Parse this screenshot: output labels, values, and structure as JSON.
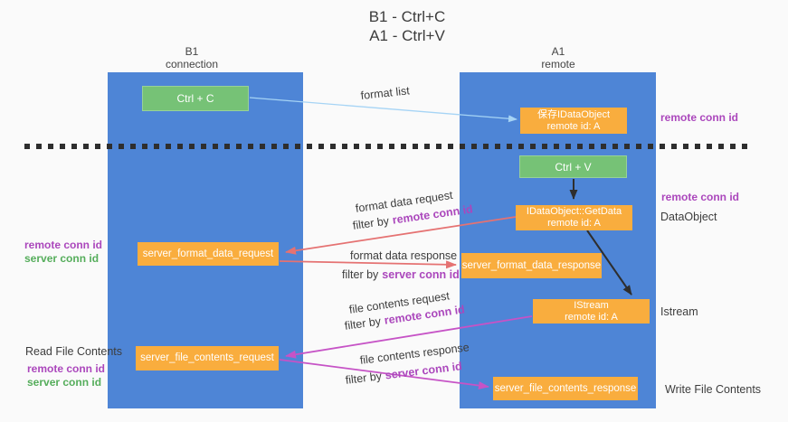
{
  "title": {
    "line1": "B1 - Ctrl+C",
    "line2": "A1 - Ctrl+V"
  },
  "columns": {
    "left": {
      "header_line1": "B1",
      "header_line2": "connection"
    },
    "right": {
      "header_line1": "A1",
      "header_line2": "remote"
    }
  },
  "boxes": {
    "ctrl_c": "Ctrl + C",
    "ctrl_v": "Ctrl + V",
    "save_idataobject": {
      "line1": "保存IDataObject",
      "line2": "remote id: A"
    },
    "getdata": {
      "line1": "IDataObject::GetData",
      "line2": "remote id: A"
    },
    "istream": {
      "line1": "IStream",
      "line2": "remote id: A"
    },
    "format_request": "server_format_data_request",
    "format_response": "server_format_data_response",
    "file_request": "server_file_contents_request",
    "file_response": "server_file_contents_response"
  },
  "arrow_labels": {
    "format_list": "format list",
    "format_data_request": "format data request",
    "format_data_response": "format data response",
    "file_contents_request": "file contents request",
    "file_contents_response": "file contents response",
    "filter_by": "filter by"
  },
  "labels": {
    "remote_conn_id": "remote conn id",
    "server_conn_id": "server conn id",
    "dataobject": "DataObject",
    "istream": "Istream",
    "read_file_contents": "Read File Contents",
    "write_file_contents": "Write File Contents"
  },
  "colors": {
    "column_blue": "#4e85d6",
    "box_green": "#76c276",
    "box_orange": "#f9ad3e",
    "arrow_light_blue": "#a6d4f5",
    "arrow_salmon": "#e57272",
    "arrow_magenta": "#c653c6",
    "arrow_black": "#2e2e2e",
    "text_purple": "#ab47bc",
    "text_green": "#55ad5b",
    "text_dark": "#3d3d3d"
  }
}
